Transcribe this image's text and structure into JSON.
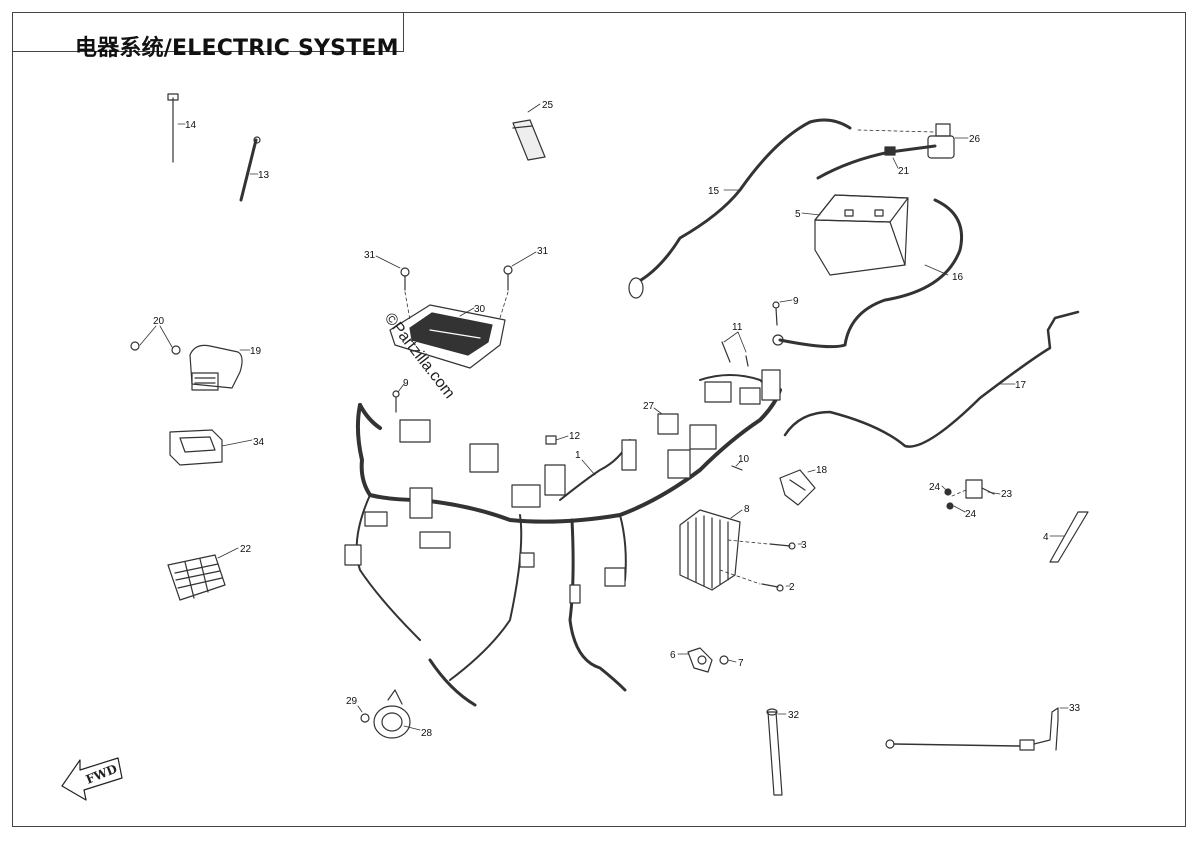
{
  "title": "电器系统/ELECTRIC SYSTEM",
  "fwd_label": "FWD",
  "watermark": "©Partzilla.com",
  "callouts": {
    "c1": "1",
    "c2": "2",
    "c3": "3",
    "c4": "4",
    "c5": "5",
    "c6": "6",
    "c7": "7",
    "c8": "8",
    "c9a": "9",
    "c9b": "9",
    "c10": "10",
    "c11": "11",
    "c12": "12",
    "c13": "13",
    "c14": "14",
    "c15": "15",
    "c16": "16",
    "c17": "17",
    "c18": "18",
    "c19": "19",
    "c20": "20",
    "c21": "21",
    "c22": "22",
    "c23": "23",
    "c24a": "24",
    "c24b": "24",
    "c25": "25",
    "c26": "26",
    "c27": "27",
    "c28": "28",
    "c29": "29",
    "c30": "30",
    "c31a": "31",
    "c31b": "31",
    "c32": "32",
    "c33": "33",
    "c34": "34"
  }
}
